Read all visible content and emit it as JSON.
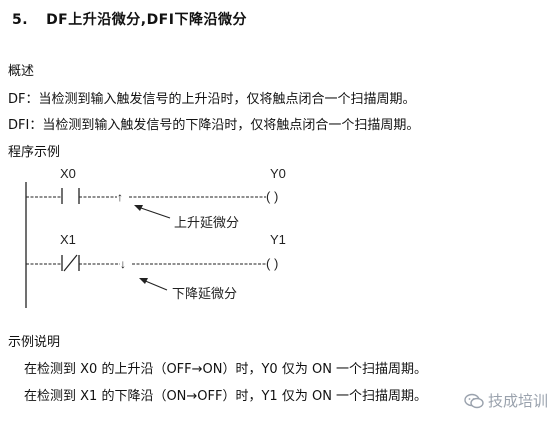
{
  "heading": {
    "number": "5.",
    "title": "DF上升沿微分,DFI下降沿微分"
  },
  "overview": {
    "label": "概述",
    "line1": "DF：当检测到输入触发信号的上升沿时，仅将触点闭合一个扫描周期。",
    "line2": "DFI：当检测到输入触发信号的下降沿时，仅将触点闭合一个扫描周期。"
  },
  "example": {
    "label": "程序示例",
    "rung1": {
      "contact": "X0",
      "coil": "Y0",
      "coil_symbol": "(  )",
      "edge_arrow": "↑",
      "annotation": "上升延微分"
    },
    "rung2": {
      "contact": "X1",
      "coil": "Y1",
      "coil_symbol": "(  )",
      "edge_arrow": "↓",
      "annotation": "下降延微分"
    }
  },
  "explanation": {
    "label": "示例说明",
    "line1": "在检测到 X0 的上升沿（OFF→ON）时，Y0 仅为 ON 一个扫描周期。",
    "line2": "在检测到 X1 的下降沿（ON→OFF）时，Y1 仅为 ON 一个扫描周期。"
  },
  "watermark": {
    "text": "技成培训",
    "icon": "wechat-icon"
  },
  "colors": {
    "text": "#111111",
    "watermark": "#9aa2ad"
  }
}
